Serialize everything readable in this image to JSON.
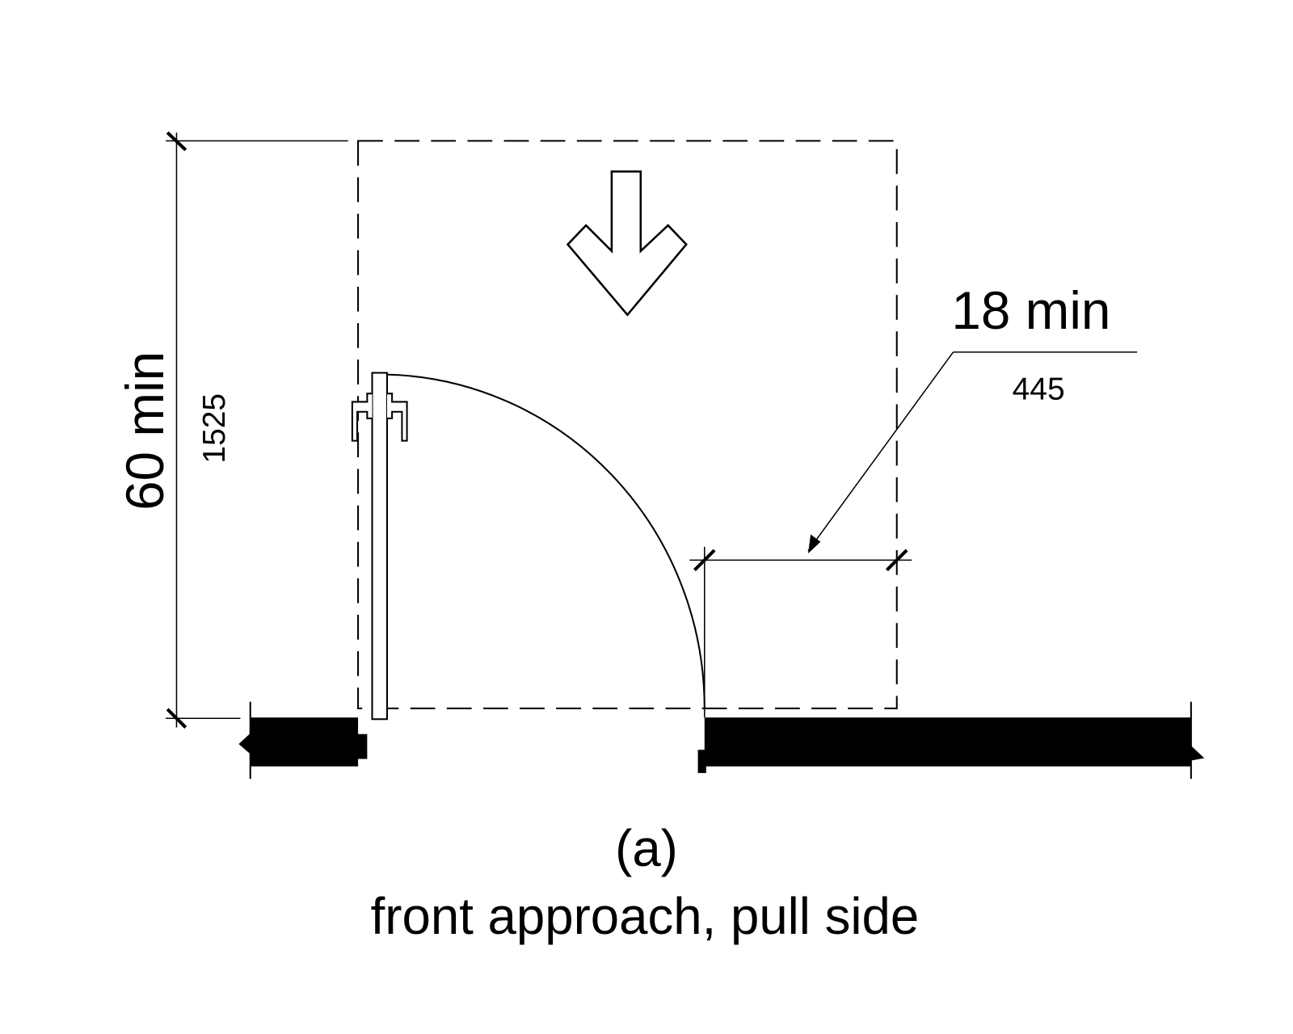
{
  "figure": {
    "depth_dimension": {
      "label": "60 min",
      "metric": "1525"
    },
    "latch_side_dimension": {
      "label": "18 min",
      "metric": "445"
    },
    "caption_letter": "(a)",
    "caption_text": "front approach, pull side",
    "approach_direction": "down-arrow"
  }
}
